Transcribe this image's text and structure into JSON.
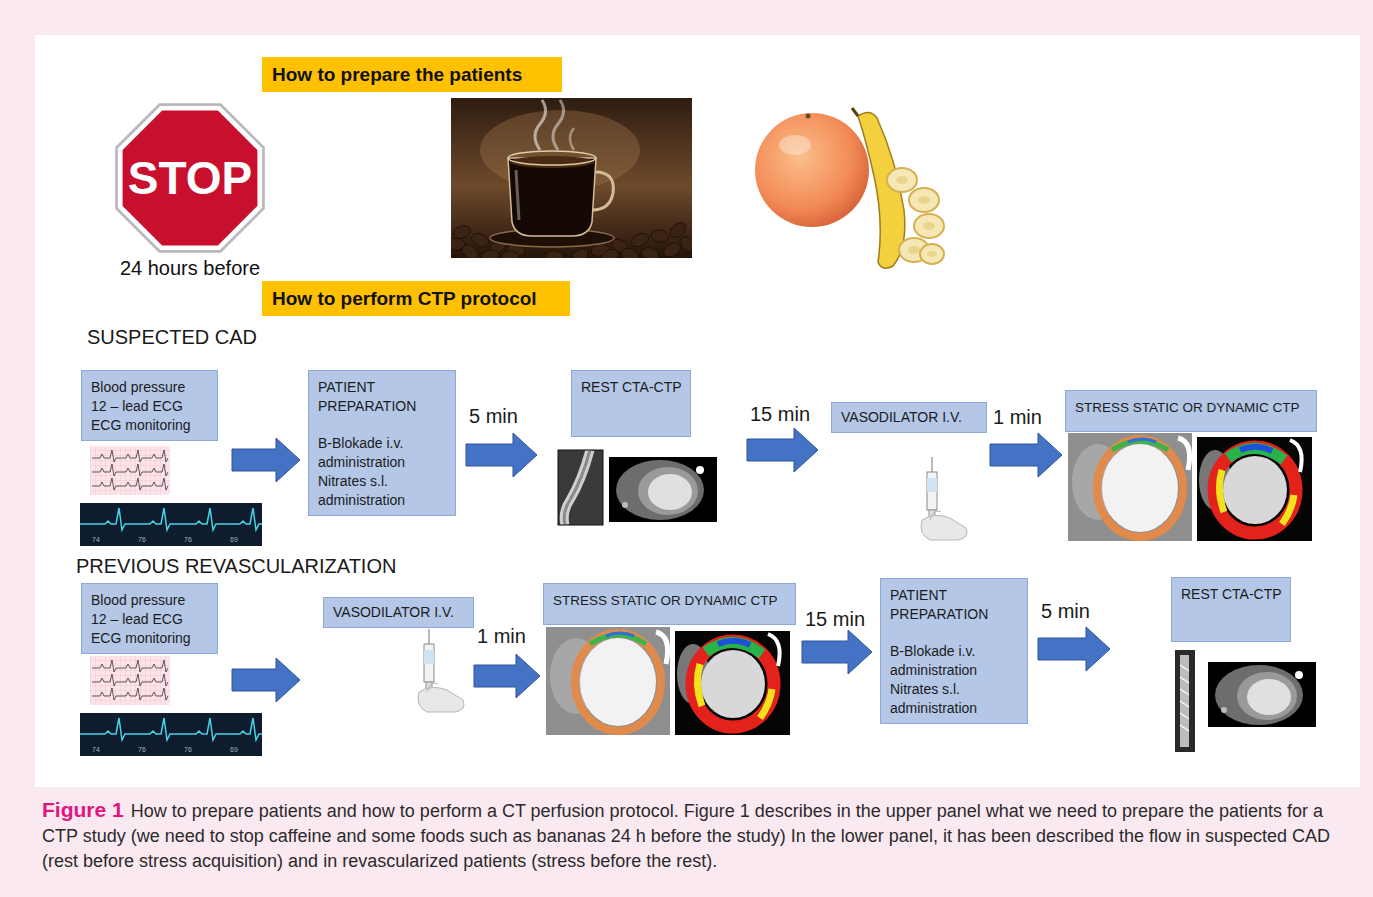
{
  "diagram": {
    "caption": "How to prepare patients and how to perform a CT perfusion protocol. Figure 1 describes in the upper panel what we need to prepare the patients for a CTP study (we need to stop caffeine and some foods such as bananas 24 h before the study) In the lower panel, it has been described the flow in suspected CAD (rest before stress acquisition) and in revascularized patients (stress before the rest).",
    "nodes": [
      {
        "text": [
          "How to prepare the patients"
        ]
      },
      {
        "text": [
          "STOP",
          "24 hours before"
        ]
      },
      {
        "text": [
          "How to perform CTP protocol"
        ]
      },
      {
        "text": [
          "Blood pressure",
          "12 – lead ECG",
          "ECG monitoring"
        ]
      },
      {
        "text": [
          "PATIENT PREPARATION",
          "B-Blokade i.v. administration",
          "Nitrates s.l. administration"
        ]
      },
      {
        "text": [
          "REST CTA-CTP"
        ]
      },
      {
        "text": [
          "VASODILATOR I.V."
        ]
      },
      {
        "text": [
          "STRESS STATIC OR DYNAMIC CTP"
        ]
      },
      {
        "text": [
          "Blood pressure",
          "12 – lead ECG",
          "ECG monitoring"
        ]
      },
      {
        "text": [
          "VASODILATOR I.V."
        ]
      },
      {
        "text": [
          "STRESS STATIC OR DYNAMIC CTP"
        ]
      },
      {
        "text": [
          "PATIENT PREPARATION",
          "B-Blokade i.v. administration",
          "Nitrates s.l. administration"
        ]
      },
      {
        "text": [
          "REST CTA-CTP"
        ]
      }
    ],
    "edges": [
      {
        "from": 3,
        "to": 4,
        "arrow": "to"
      },
      {
        "from": 4,
        "to": 5,
        "label": "5 min",
        "arrow": "to"
      },
      {
        "from": 5,
        "to": 6,
        "label": "15 min",
        "arrow": "to"
      },
      {
        "from": 6,
        "to": 7,
        "label": "1 min",
        "arrow": "to"
      },
      {
        "from": 8,
        "to": 9,
        "arrow": "to"
      },
      {
        "from": 9,
        "to": 10,
        "label": "1 min",
        "arrow": "to"
      },
      {
        "from": 10,
        "to": 11,
        "label": "15 min",
        "arrow": "to"
      },
      {
        "from": 11,
        "to": 12,
        "label": "5 min",
        "arrow": "to"
      }
    ],
    "labels": [
      "SUSPECTED CAD",
      "PREVIOUS REVASCULARIZATION",
      "74",
      "76",
      "76",
      "69",
      "74",
      "76",
      "76",
      "69",
      "Figure 1"
    ]
  }
}
